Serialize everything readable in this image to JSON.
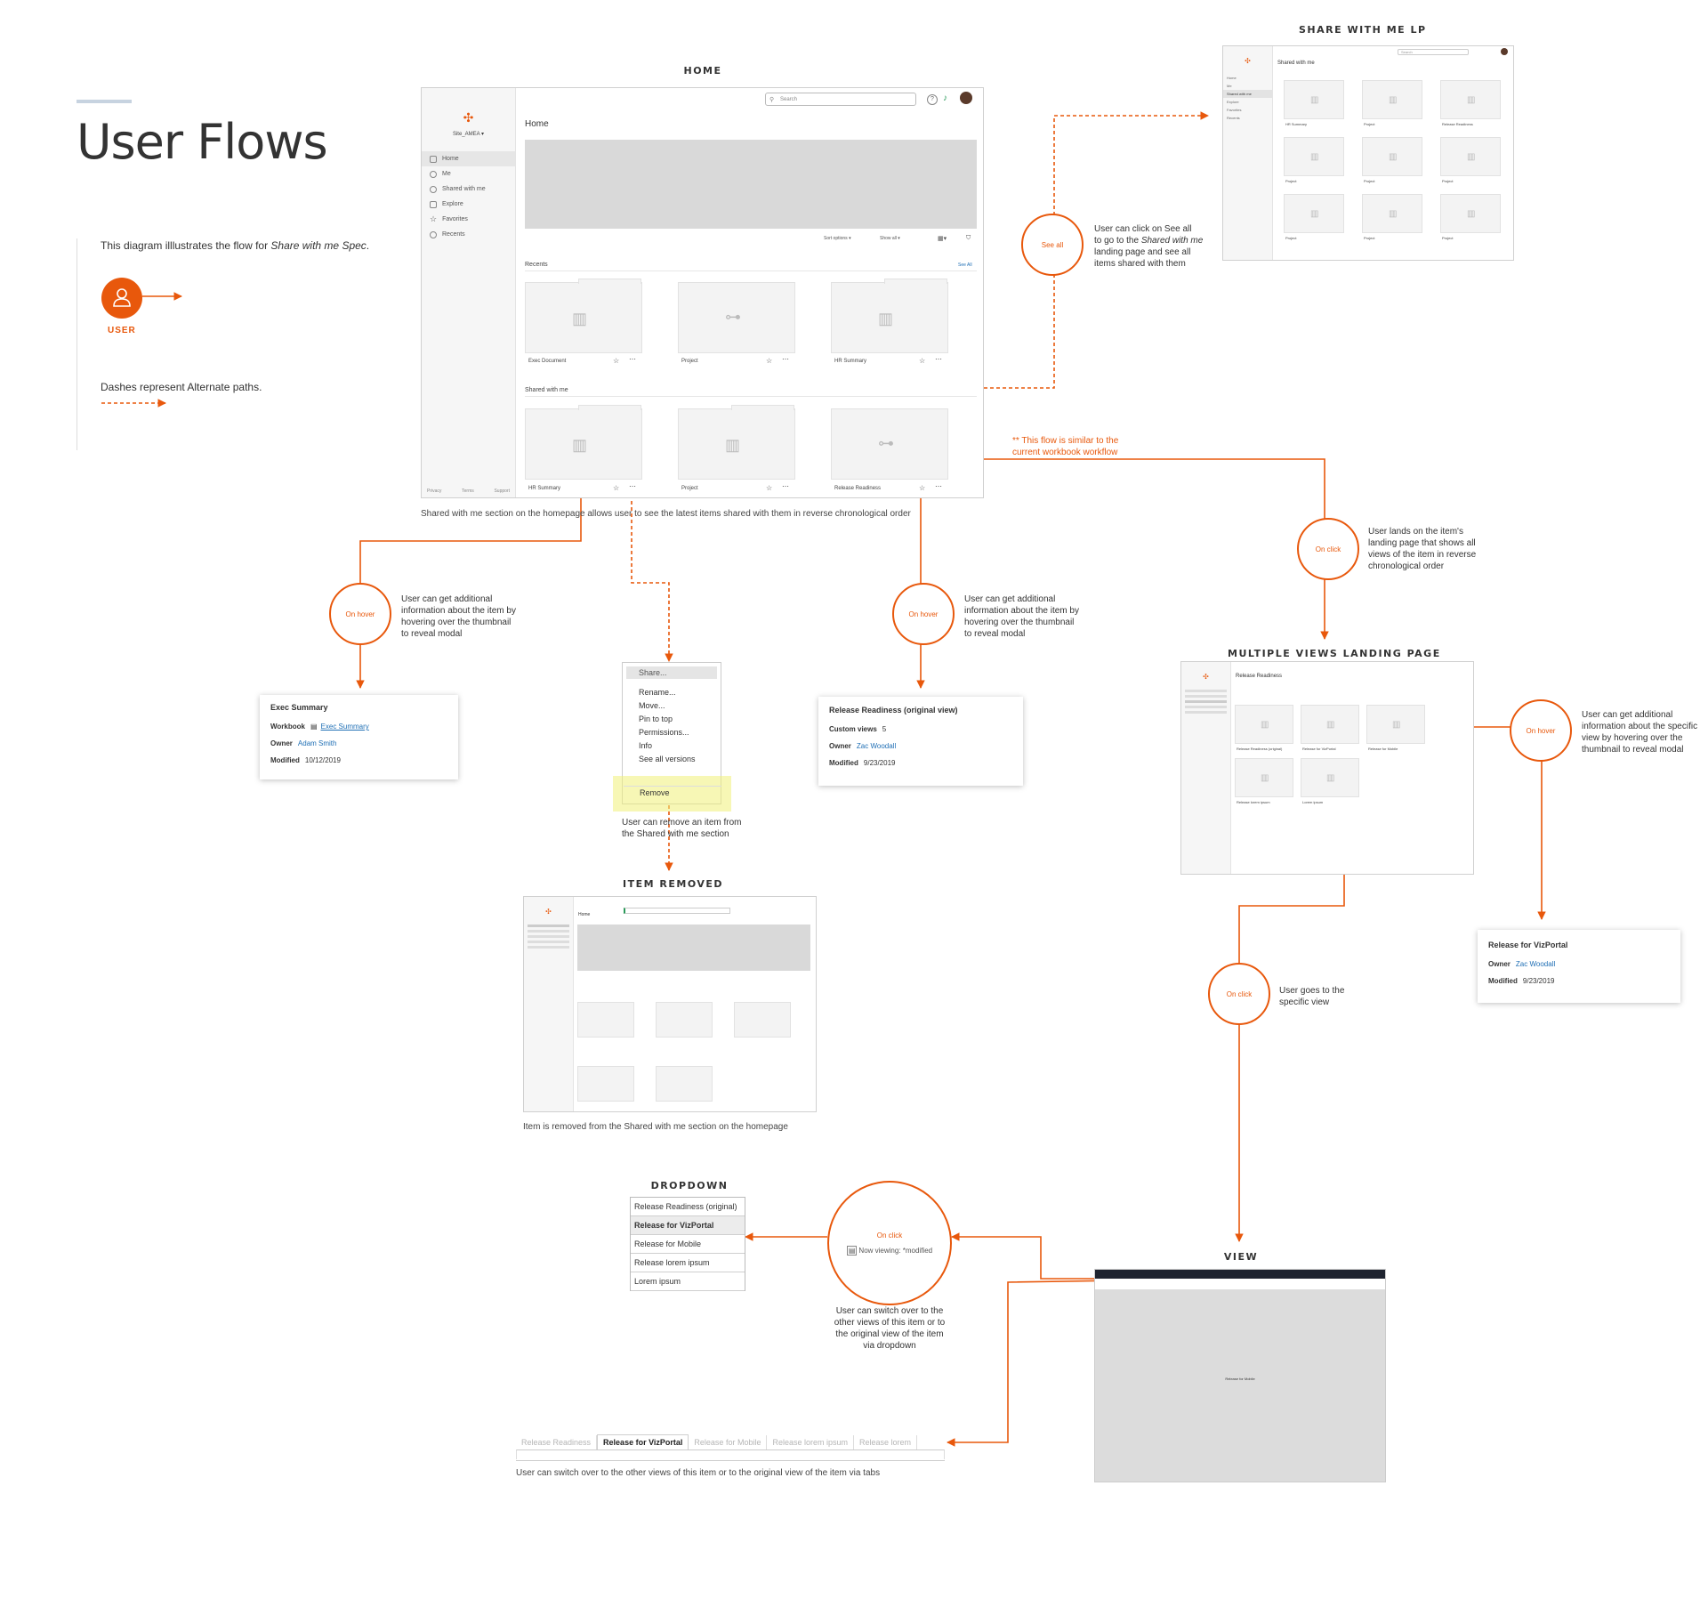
{
  "page": {
    "title": "User Flows",
    "description_prefix": "This diagram illlustrates the flow for ",
    "description_em": "Share with me Spec",
    "description_suffix": ".",
    "user_label": "USER",
    "dashes_note": "Dashes represent Alternate paths.",
    "accent_color": "#e8580c"
  },
  "home": {
    "section_title": "HOME",
    "search_placeholder": "Search",
    "site_name": "Site_AMEA",
    "nav": [
      "Home",
      "Me",
      "Shared with me",
      "Explore",
      "Favorites",
      "Recents"
    ],
    "footer": [
      "Privacy",
      "Terms",
      "Support"
    ],
    "page_title": "Home",
    "sort_options": "Sort options",
    "show_all": "Show all",
    "recents_label": "Recents",
    "see_all": "See All",
    "recents": [
      "Exec Document",
      "Project",
      "HR Summary"
    ],
    "shared_label": "Shared with me",
    "shared": [
      "HR Summary",
      "Project",
      "Release Readiness"
    ],
    "caption": "Shared with me section on the homepage allows user to see the latest items shared with them in reverse chronological order"
  },
  "share_lp": {
    "section_title": "SHARE WITH ME LP",
    "search_placeholder": "Search",
    "page_title": "Shared with me",
    "nav": [
      "Home",
      "Me",
      "Shared with me",
      "Explore",
      "Favorites",
      "Recents"
    ],
    "cards": [
      "HR Summary",
      "Project",
      "Release Readiness",
      "Project",
      "Project",
      "Project",
      "Project",
      "Project",
      "Project"
    ]
  },
  "see_all_circle": "See all",
  "see_all_note": [
    "User can click on See all",
    "to go to the ",
    "Shared with me",
    "landing page and see all",
    "items shared with them"
  ],
  "workbook_note": [
    "** This flow is similar to the",
    "current workbook workflow"
  ],
  "hover_modal_left": {
    "circle": "On hover",
    "note": [
      "User can get additional",
      "information about the item by",
      "hovering over the thumbnail",
      "to reveal modal"
    ],
    "title": "Exec Summary",
    "workbook_key": "Workbook",
    "workbook_val": "Exec Summary",
    "owner_key": "Owner",
    "owner_val": "Adam Smith",
    "modified_key": "Modified",
    "modified_val": "10/12/2019"
  },
  "context_menu": {
    "items": [
      "Share...",
      "Rename...",
      "Move...",
      "Pin to top",
      "Permissions...",
      "Info",
      "See all versions",
      "Remove"
    ],
    "note": [
      "User can remove an item from",
      "the Shared with me section"
    ]
  },
  "hover_modal_mid": {
    "circle": "On hover",
    "note": [
      "User can get additional",
      "information about the item by",
      "hovering over the thumbnail",
      "to reveal modal"
    ],
    "title": "Release Readiness (original view)",
    "custom_key": "Custom views",
    "custom_val": "5",
    "owner_key": "Owner",
    "owner_val": "Zac Woodall",
    "modified_key": "Modified",
    "modified_val": "9/23/2019"
  },
  "onclick_right": {
    "circle": "On click",
    "note": [
      "User lands on  the item's",
      "landing page that shows all",
      "views of the item in reverse",
      "chronological order"
    ]
  },
  "multi_views": {
    "section_title": "MULTIPLE VIEWS LANDING PAGE",
    "page_title": "Release Readiness",
    "cards": [
      "Release Readiness (original)",
      "Release for VizPortal",
      "Release for Mobile",
      "Release lorem ipsum",
      "Lorem ipsum"
    ]
  },
  "hover_modal_right": {
    "circle": "On hover",
    "note": [
      "User can get additional",
      "information about the specific",
      "view by hovering over the",
      "thumbnail to reveal modal"
    ],
    "title": "Release for VizPortal",
    "owner_key": "Owner",
    "owner_val": "Zac Woodall",
    "modified_key": "Modified",
    "modified_val": "9/23/2019"
  },
  "item_removed": {
    "section_title": "ITEM REMOVED",
    "page_title": "Home",
    "caption": "Item is removed from the Shared with me section on the homepage"
  },
  "onclick_view": {
    "circle": "On click",
    "note": [
      "User goes to the",
      "specific view"
    ]
  },
  "dropdown": {
    "section_title": "DROPDOWN",
    "items": [
      "Release Readiness (original)",
      "Release for VizPortal",
      "Release for Mobile",
      "Release lorem ipsum",
      "Lorem ipsum"
    ],
    "circle_top": "On click",
    "circle_bottom": "Now viewing: *modified",
    "note": [
      "User can switch over to the",
      "other views of this item or to",
      "the original view of the item",
      "via dropdown"
    ]
  },
  "view": {
    "section_title": "VIEW",
    "canvas_label": "Release for Mobile"
  },
  "tabs": {
    "items": [
      "Release Readiness",
      "Release for VizPortal",
      "Release for Mobile",
      "Release lorem ipsum",
      "Release lorem"
    ],
    "caption": "User can switch over to the other views of this item or to the original view of the item via tabs"
  }
}
